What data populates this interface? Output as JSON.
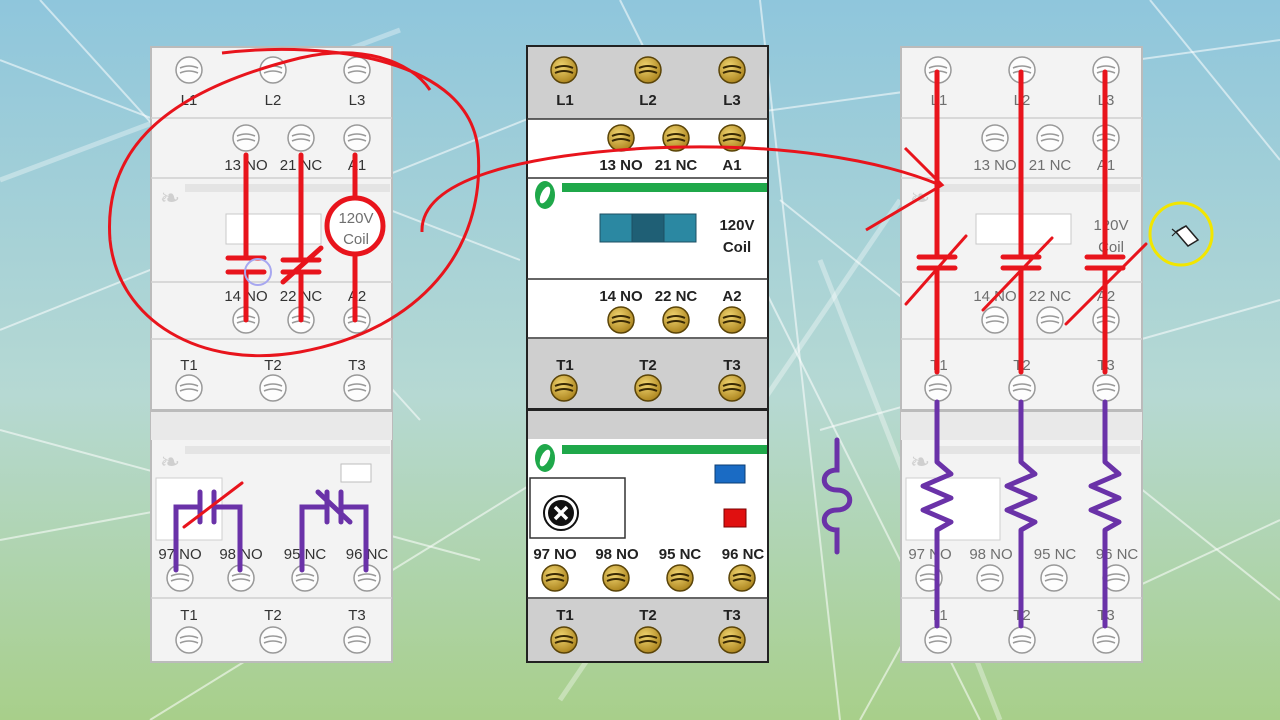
{
  "terminals": {
    "line": [
      "L1",
      "L2",
      "L3"
    ],
    "load": [
      "T1",
      "T2",
      "T3"
    ],
    "top_aux": [
      "13 NO",
      "21 NC",
      "A1"
    ],
    "bottom_aux": [
      "14 NO",
      "22 NC",
      "A2"
    ],
    "overload": [
      "97 NO",
      "98 NO",
      "95 NC",
      "96 NC"
    ]
  },
  "coil": {
    "line1": "120V",
    "line2": "Coil"
  },
  "colors": {
    "annotation_red": "#e8141c",
    "annotation_purple": "#6a32a8",
    "module_green": "#1fa84a",
    "screw_gold": "#c8a02a",
    "indicator_blue": "#1a6bc4",
    "indicator_red": "#e01010",
    "highlight_yellow": "#f2e600"
  },
  "icons": [
    "screw-terminal-icon",
    "brand-leaf-icon",
    "reset-button-icon",
    "eraser-cursor-icon"
  ]
}
